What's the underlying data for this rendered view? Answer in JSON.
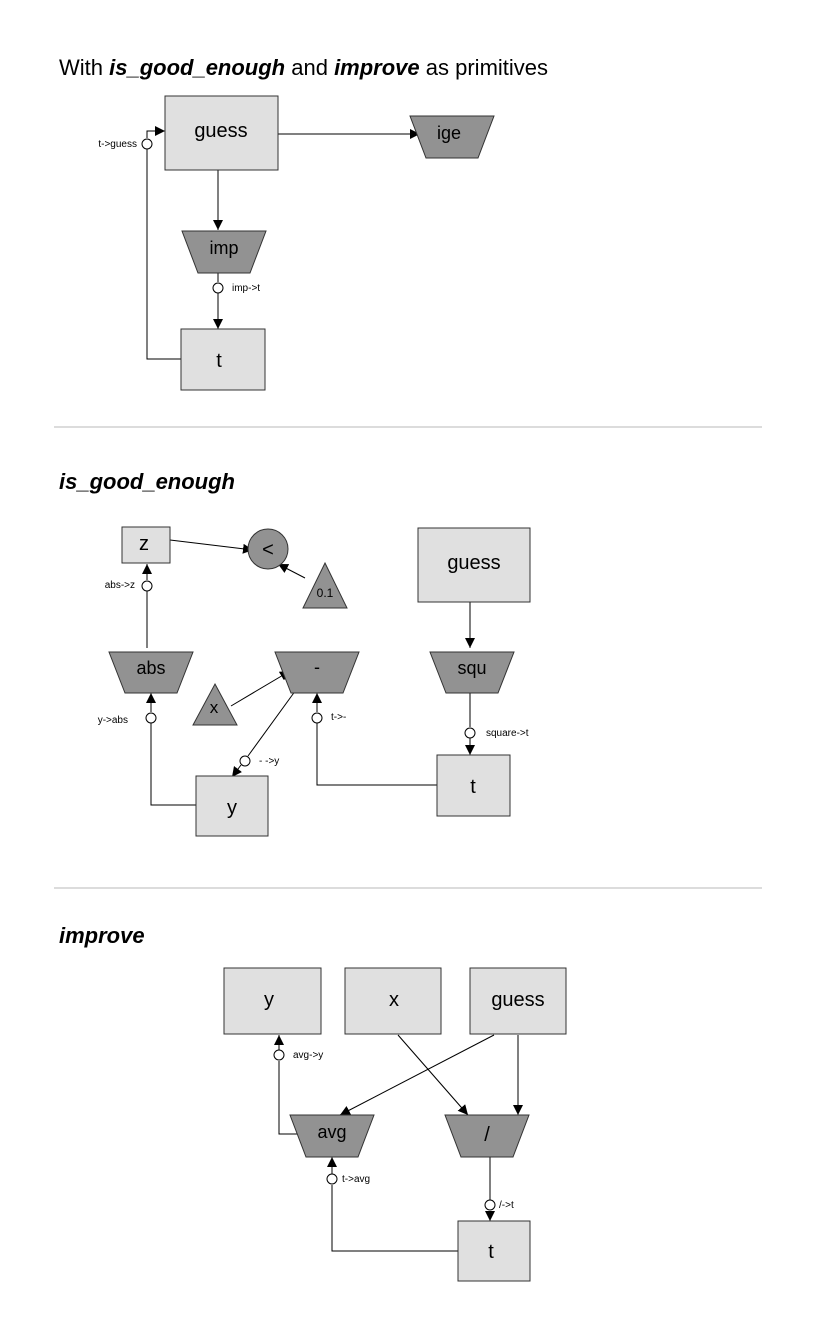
{
  "colors": {
    "box": "#e0e0e0",
    "primitive": "#929292",
    "rule": "#b8b8b8"
  },
  "section1": {
    "title_prefix": "With ",
    "title_term1": "is_good_enough",
    "title_mid": " and ",
    "title_term2": "improve",
    "title_suffix": " as primitives",
    "nodes": {
      "guess": "guess",
      "ige": "ige",
      "imp": "imp",
      "t": "t"
    },
    "ports": {
      "t_guess": "t->guess",
      "imp_t": "imp->t"
    }
  },
  "section2": {
    "title": "is_good_enough",
    "nodes": {
      "z": "z",
      "lt": "<",
      "c01": "0.1",
      "guess": "guess",
      "abs": "abs",
      "minus": "-",
      "x": "x",
      "squ": "squ",
      "y": "y",
      "t": "t"
    },
    "ports": {
      "abs_z": "abs->z",
      "y_abs": "y->abs",
      "t_minus": "t->-",
      "minus_y": "- ->y",
      "square_t": "square->t"
    }
  },
  "section3": {
    "title": "improve",
    "nodes": {
      "y": "y",
      "x": "x",
      "guess": "guess",
      "avg": "avg",
      "div": "/",
      "t": "t"
    },
    "ports": {
      "avg_y": "avg->y",
      "t_avg": "t->avg",
      "div_t": "/->t"
    }
  }
}
